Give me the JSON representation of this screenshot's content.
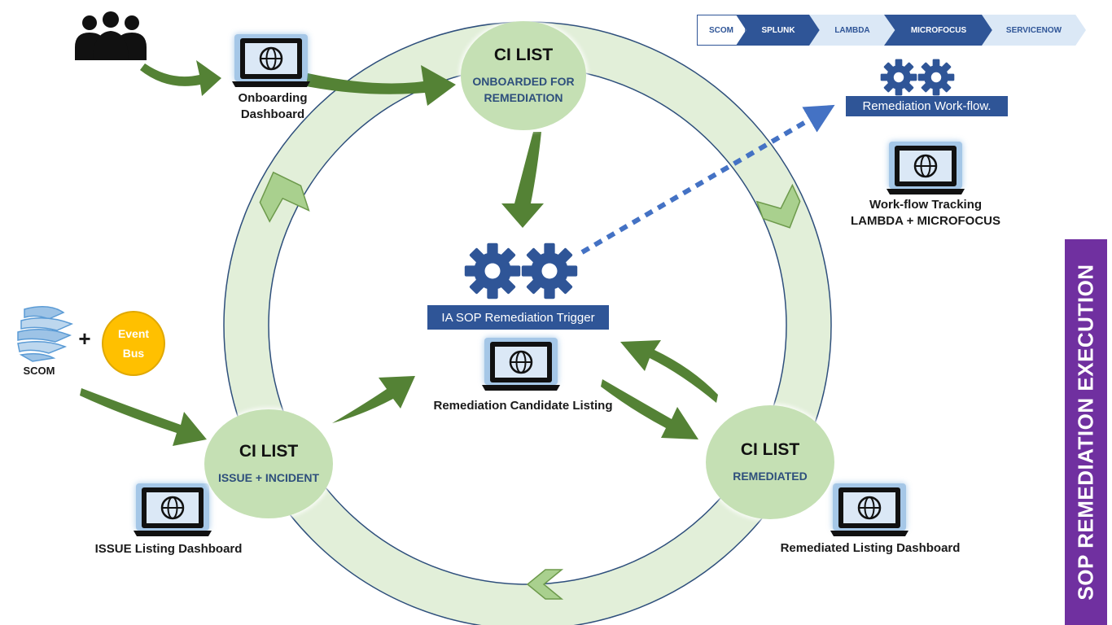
{
  "tools_bar": [
    "SCOM",
    "SPLUNK",
    "LAMBDA",
    "MICROFOCUS",
    "SERVICENOW"
  ],
  "workflow": {
    "label": "Remediation Work-flow.",
    "tracking_title": "Work-flow Tracking",
    "tracking_subtitle": "LAMBDA + MICROFOCUS"
  },
  "onboarding": {
    "label_line1": "Onboarding",
    "label_line2": "Dashboard"
  },
  "nodes": {
    "onboarded": {
      "title": "CI LIST",
      "sub_line1": "ONBOARDED FOR",
      "sub_line2": "REMEDIATION"
    },
    "issue": {
      "title": "CI LIST",
      "sub": "ISSUE + INCIDENT"
    },
    "remediated": {
      "title": "CI LIST",
      "sub": "REMEDIATED"
    }
  },
  "center": {
    "trigger_label": "IA SOP Remediation Trigger",
    "candidate_label": "Remediation Candidate Listing"
  },
  "sources": {
    "scom_label": "SCOM",
    "plus": "+",
    "event_bus_line1": "Event",
    "event_bus_line2": "Bus"
  },
  "dashboards": {
    "issue": "ISSUE Listing Dashboard",
    "remediated": "Remediated Listing Dashboard"
  },
  "side_title": "SOP REMEDIATION EXECUTION",
  "colors": {
    "cycle_ring": "#e2efd9",
    "node_fill": "#c5e0b4",
    "arrow_green": "#548235",
    "gear_blue": "#2f5597",
    "dotted_arrow": "#4472c4",
    "laptop_glow": "#5b9bd5",
    "event_bus": "#ffc000",
    "side_bar": "#7030a0"
  }
}
